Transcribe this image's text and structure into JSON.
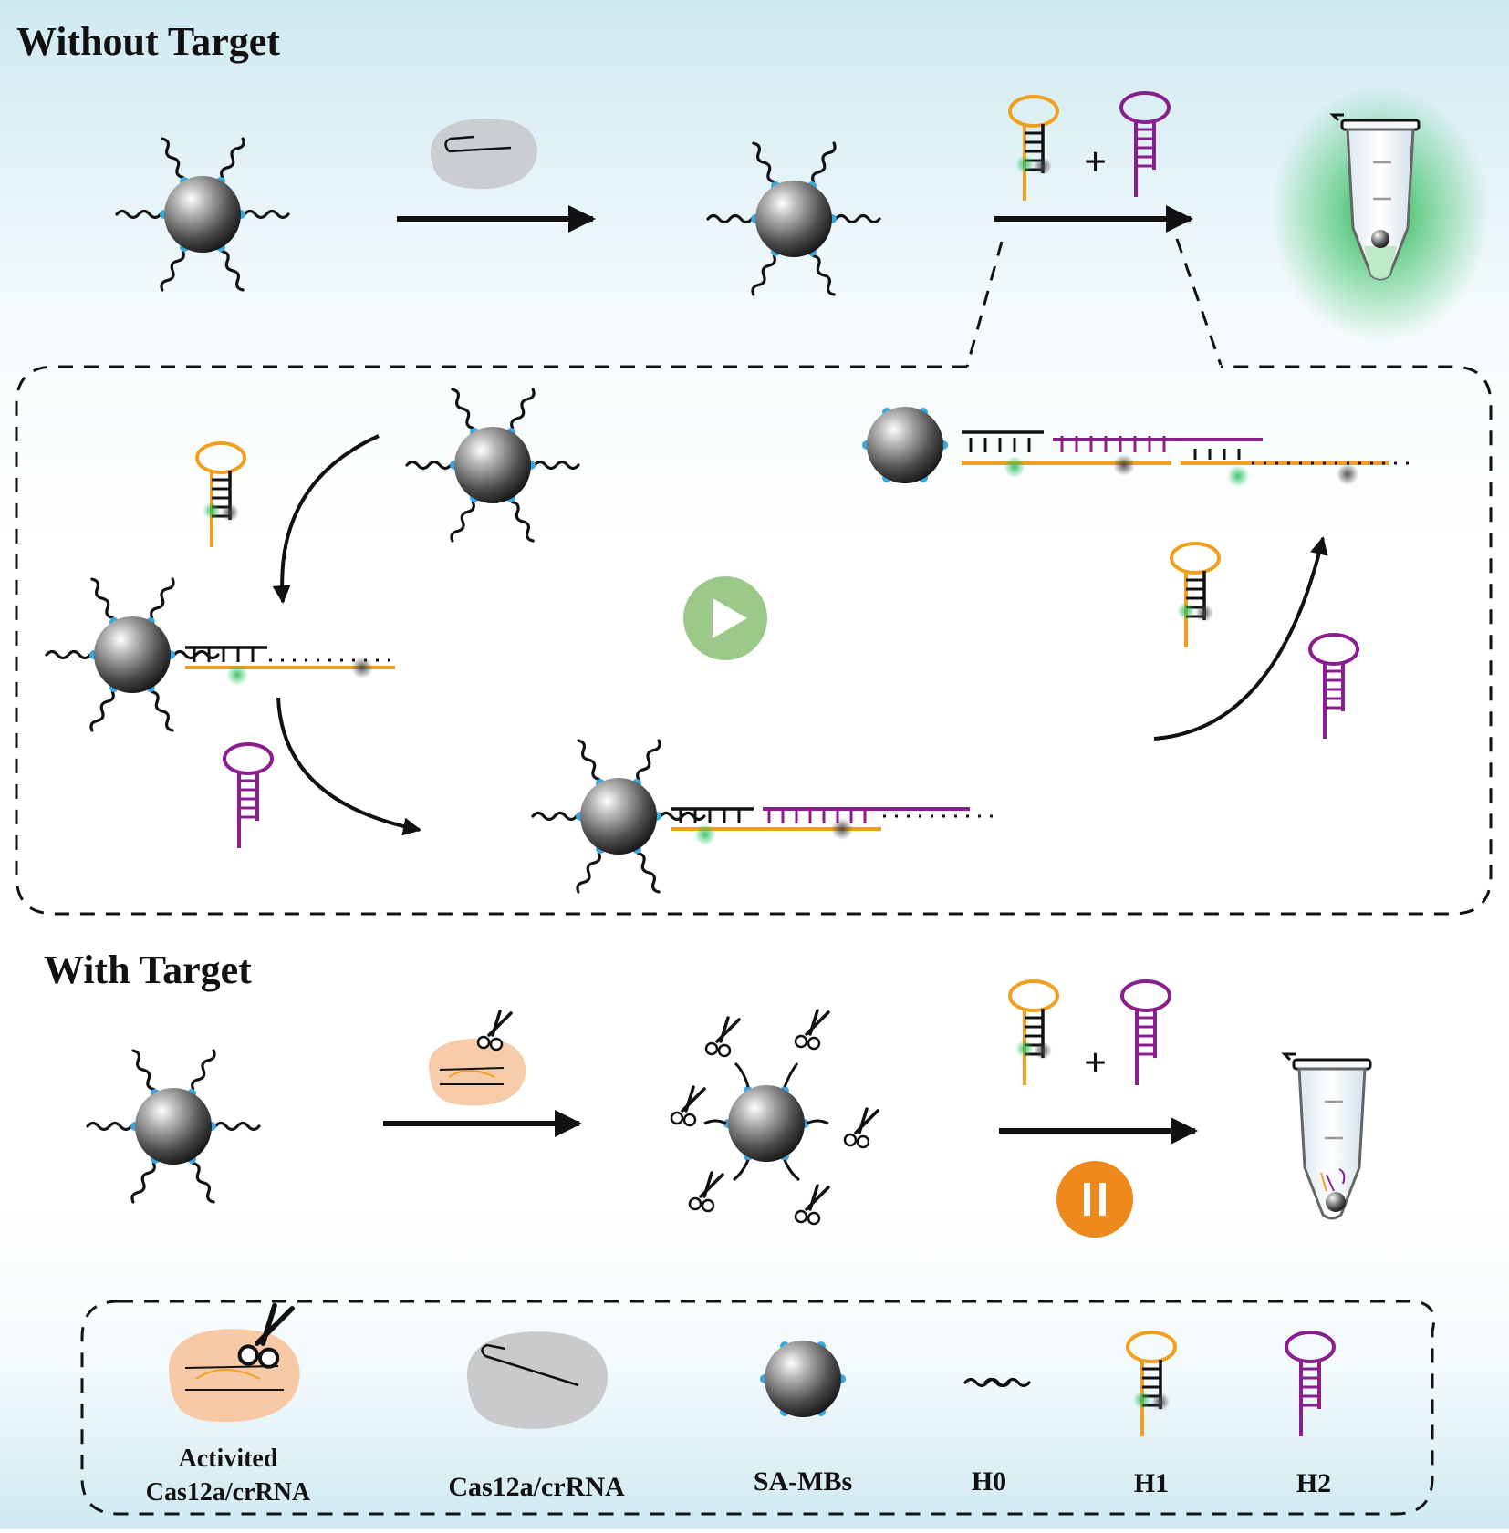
{
  "sections": {
    "without_target": "Without Target",
    "with_target": "With Target"
  },
  "legend": {
    "activated_line1": "Activited",
    "activated_line2": "Cas12a/crRNA",
    "cas12a": "Cas12a/crRNA",
    "sa_mbs": "SA-MBs",
    "h0": "H0",
    "h1": "H1",
    "h2": "H2"
  },
  "operators": {
    "plus_top": "+",
    "plus_bottom": "+"
  },
  "colors": {
    "h1_orange": "#F0A01E",
    "h2_purple": "#8B1E8E",
    "streptavidin_blue": "#3BA7DE",
    "fluorescence_green": "#2FBF5C",
    "quencher_gray": "#555555",
    "play_green": "#9CC98A",
    "pause_orange": "#EE8A1C",
    "enzyme_peach": "#F7C9A6",
    "enzyme_gray": "#C8CACC"
  },
  "icons": {
    "play": "play-icon",
    "pause": "pause-icon",
    "scissors": "scissors-icon",
    "tube": "tube-icon",
    "bead": "magnetic-bead-icon"
  }
}
